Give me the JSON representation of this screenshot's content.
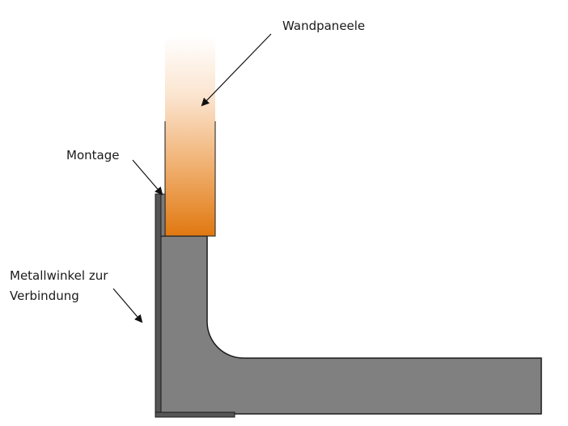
{
  "labels": {
    "wall_panels": "Wandpaneele",
    "mounting": "Montage",
    "metal_bracket_line1": "Metallwinkel zur",
    "metal_bracket_line2": "Verbindung"
  },
  "colors": {
    "panel_top": "#ffffff",
    "panel_bottom": "#e07810",
    "floor_fill": "#808080",
    "bracket_fill": "#555555",
    "outline": "#1a1a1a"
  }
}
